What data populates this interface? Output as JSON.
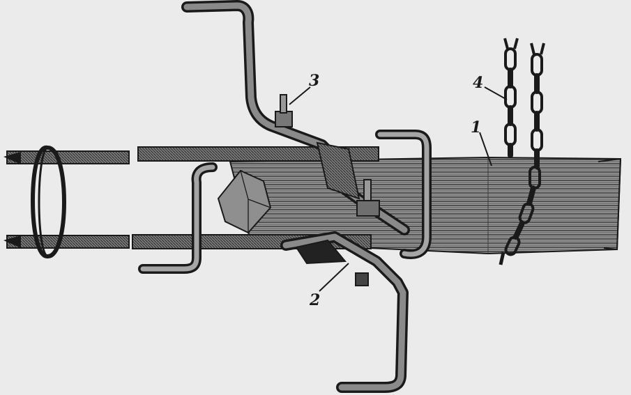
{
  "callouts": [
    {
      "id": "1",
      "label": "1"
    },
    {
      "id": "2",
      "label": "2"
    },
    {
      "id": "3",
      "label": "3"
    },
    {
      "id": "4",
      "label": "4"
    }
  ],
  "colors": {
    "background": "#ebebeb",
    "ink": "#1a1a1a",
    "wood_fill": "#8a8a8a",
    "metal_fill": "#6f6f6f"
  }
}
